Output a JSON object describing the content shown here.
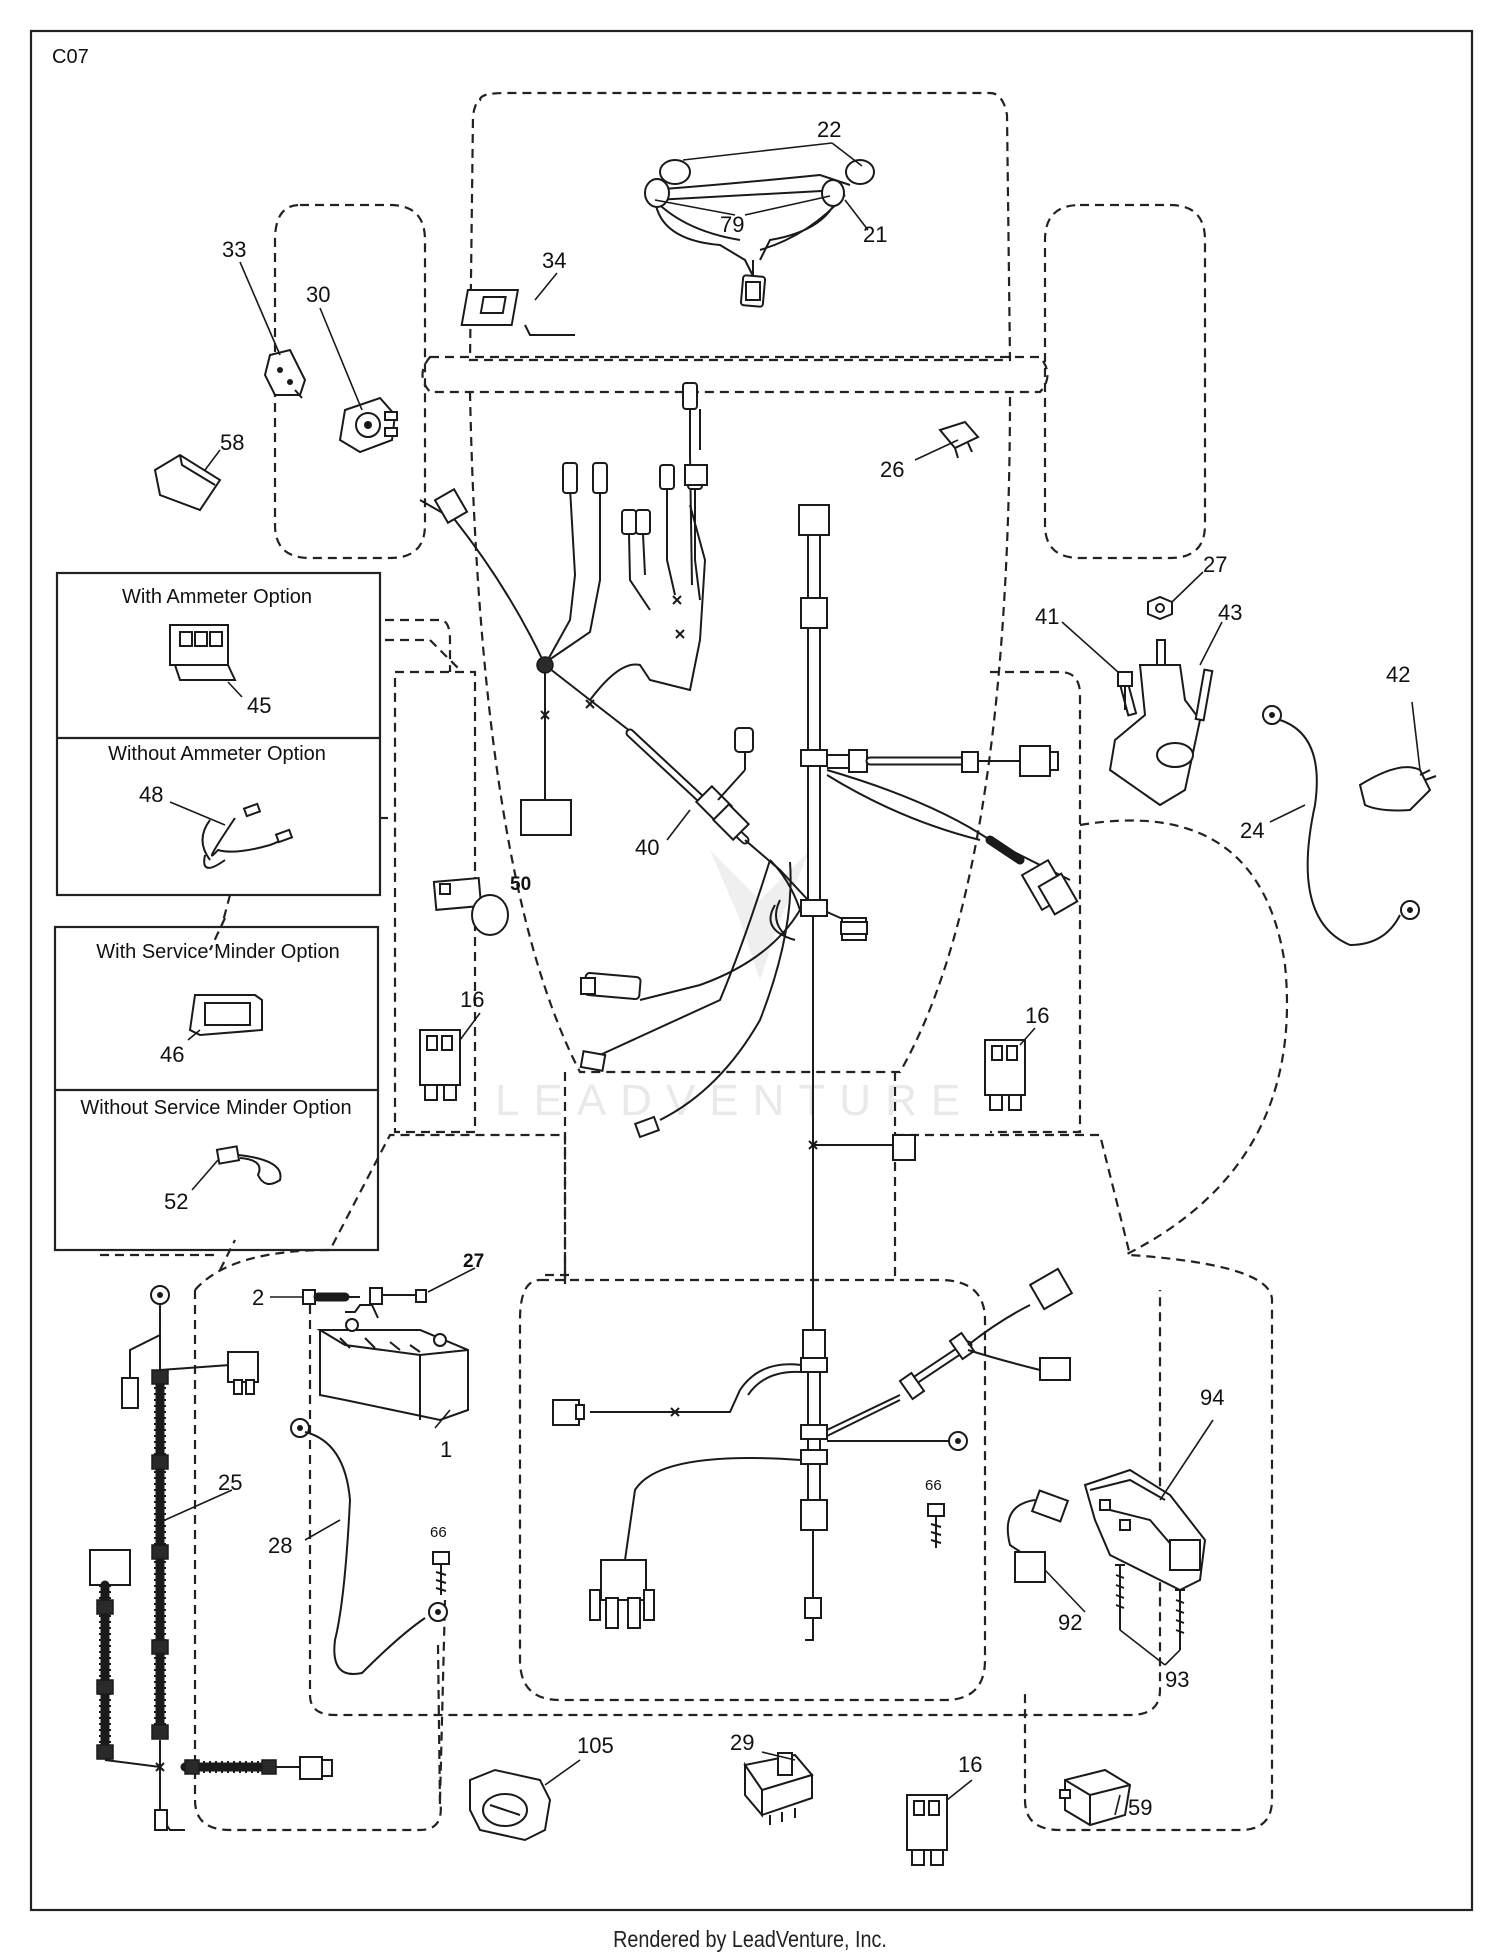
{
  "diagram_code": "C07",
  "watermark": "LEADVENTURE",
  "footer": "Rendered by LeadVenture, Inc.",
  "options": {
    "ammeter_with": "With Ammeter Option",
    "ammeter_without": "Without Ammeter Option",
    "minder_with": "With Service Minder Option",
    "minder_without": "Without Service Minder Option"
  },
  "callouts": {
    "c22": "22",
    "c79": "79",
    "c21": "21",
    "c34": "34",
    "c33": "33",
    "c30": "30",
    "c58": "58",
    "c26": "26",
    "c27a": "27",
    "c41": "41",
    "c43": "43",
    "c42": "42",
    "c24": "24",
    "c45": "45",
    "c48": "48",
    "c40": "40",
    "c50": "50",
    "c16a": "16",
    "c16b": "16",
    "c46": "46",
    "c52": "52",
    "c2": "2",
    "c27b": "27",
    "c1": "1",
    "c25": "25",
    "c28": "28",
    "c66a": "66",
    "c66b": "66",
    "c94": "94",
    "c92": "92",
    "c93": "93",
    "c105": "105",
    "c29": "29",
    "c16c": "16",
    "c59": "59"
  }
}
